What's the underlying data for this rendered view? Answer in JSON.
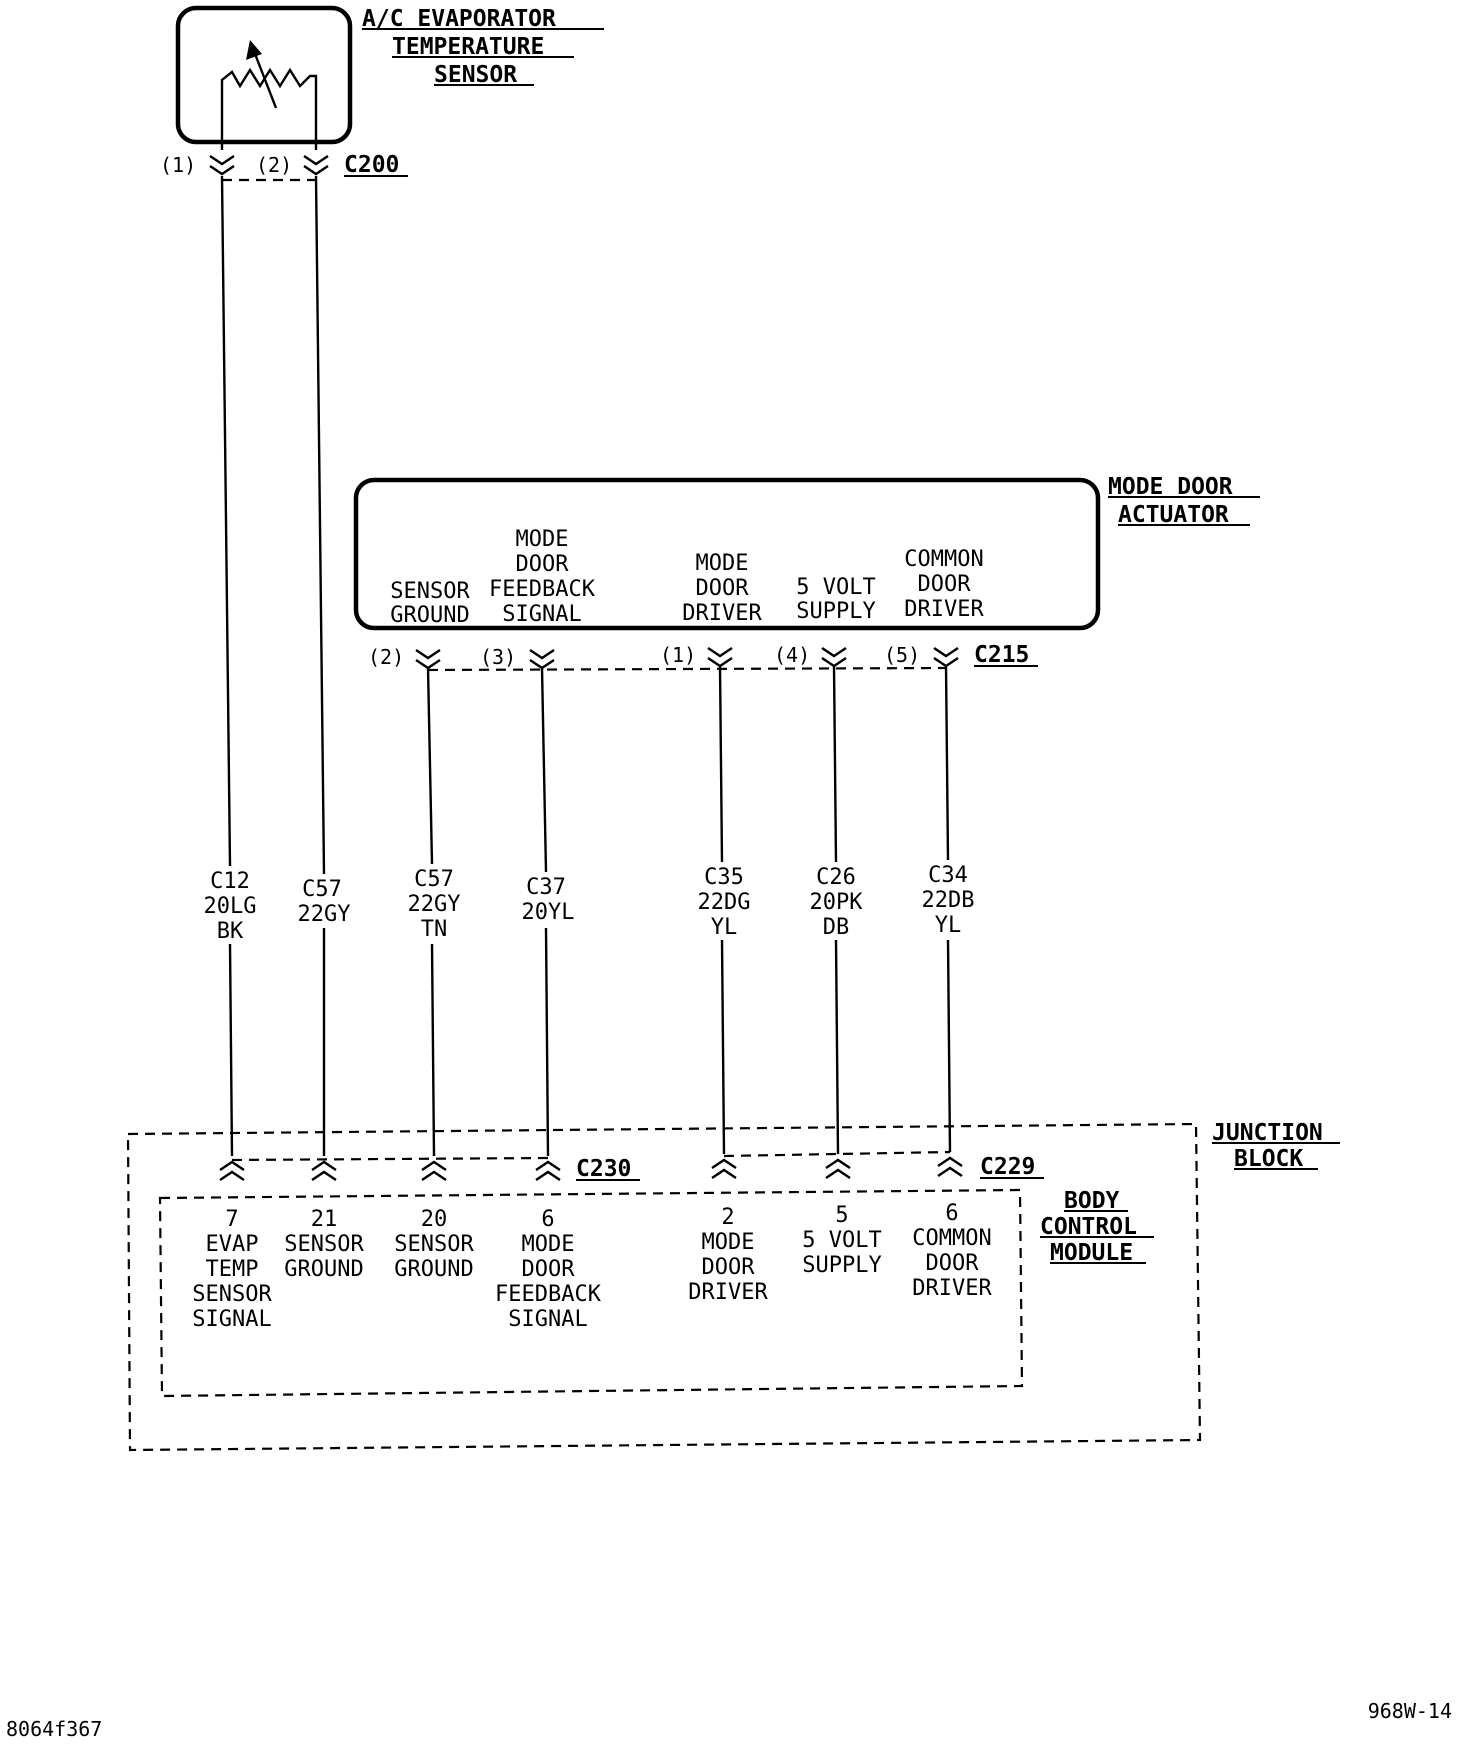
{
  "sensor": {
    "title_lines": [
      "A/C EVAPORATOR",
      "TEMPERATURE",
      "SENSOR"
    ],
    "connector": "C200",
    "pins": [
      "(1)",
      "(2)"
    ]
  },
  "actuator": {
    "title_lines": [
      "MODE DOOR",
      "ACTUATOR"
    ],
    "connector": "C215",
    "terminals": [
      {
        "pin": "(2)",
        "lines": [
          "SENSOR",
          "GROUND"
        ]
      },
      {
        "pin": "(3)",
        "lines": [
          "MODE",
          "DOOR",
          "FEEDBACK",
          "SIGNAL"
        ]
      },
      {
        "pin": "(1)",
        "lines": [
          "MODE",
          "DOOR",
          "DRIVER"
        ]
      },
      {
        "pin": "(4)",
        "lines": [
          "5 VOLT",
          "SUPPLY"
        ]
      },
      {
        "pin": "(5)",
        "lines": [
          "COMMON",
          "DOOR",
          "DRIVER"
        ]
      }
    ]
  },
  "wires": [
    {
      "lines": [
        "C12",
        "20LG",
        "BK"
      ]
    },
    {
      "lines": [
        "C57",
        "22GY"
      ]
    },
    {
      "lines": [
        "C57",
        "22GY",
        "TN"
      ]
    },
    {
      "lines": [
        "C37",
        "20YL"
      ]
    },
    {
      "lines": [
        "C35",
        "22DG",
        "YL"
      ]
    },
    {
      "lines": [
        "C26",
        "20PK",
        "DB"
      ]
    },
    {
      "lines": [
        "C34",
        "22DB",
        "YL"
      ]
    }
  ],
  "junction_block": {
    "title_lines": [
      "JUNCTION",
      "BLOCK"
    ],
    "connector_left": "C230",
    "connector_right": "C229"
  },
  "bcm": {
    "title_lines": [
      "BODY",
      "CONTROL",
      "MODULE"
    ],
    "terminals": [
      {
        "pin": "7",
        "lines": [
          "EVAP",
          "TEMP",
          "SENSOR",
          "SIGNAL"
        ]
      },
      {
        "pin": "21",
        "lines": [
          "SENSOR",
          "GROUND"
        ]
      },
      {
        "pin": "20",
        "lines": [
          "SENSOR",
          "GROUND"
        ]
      },
      {
        "pin": "6",
        "lines": [
          "MODE",
          "DOOR",
          "FEEDBACK",
          "SIGNAL"
        ]
      },
      {
        "pin": "2",
        "lines": [
          "MODE",
          "DOOR",
          "DRIVER"
        ]
      },
      {
        "pin": "5",
        "lines": [
          "5 VOLT",
          "SUPPLY"
        ]
      },
      {
        "pin": "6",
        "lines": [
          "COMMON",
          "DOOR",
          "DRIVER"
        ]
      }
    ]
  },
  "footer": {
    "left_code": "8064f367",
    "right_code": "968W-14"
  }
}
